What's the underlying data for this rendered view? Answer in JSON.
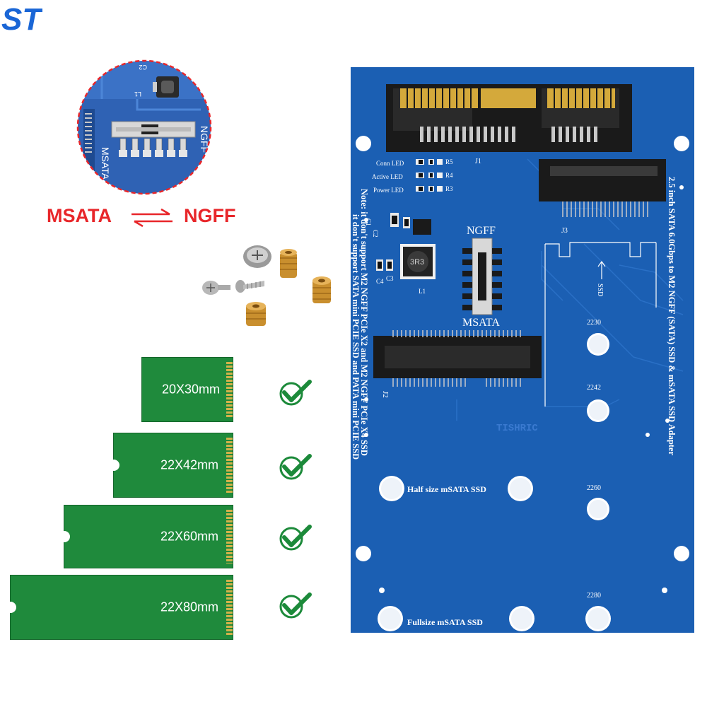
{
  "logo": {
    "text": "ST",
    "color": "#1a66d6"
  },
  "inset": {
    "label_left": "MSATA",
    "label_right": "NGFF",
    "silk_small": [
      "C2",
      "L1"
    ]
  },
  "mode_switch": {
    "left": "MSATA",
    "right": "NGFF",
    "color": "#e8262a",
    "icon": "bidirectional-arrows-icon"
  },
  "ssd_sizes": [
    {
      "label": "20X30mm",
      "supported": true
    },
    {
      "label": "22X42mm",
      "supported": true
    },
    {
      "label": "22X60mm",
      "supported": true
    },
    {
      "label": "22X80mm",
      "supported": true
    }
  ],
  "check_icon": "checkmark-icon",
  "board": {
    "color": "#1b5fb3",
    "leds": [
      {
        "label": "Conn LED",
        "res": "R5"
      },
      {
        "label": "Active LED",
        "res": "R4"
      },
      {
        "label": "Power LED",
        "res": "R3"
      }
    ],
    "connector_j1": "J1",
    "connector_j2": "J2",
    "connector_j3": "J3",
    "switch_top": "NGFF",
    "switch_bottom": "MSATA",
    "inductor": "3R3",
    "components": [
      "C1",
      "C2",
      "C3",
      "C4",
      "L1"
    ],
    "brand": "TISHRIC",
    "ssd_arrow": "SSD",
    "standoffs": [
      "2230",
      "2242",
      "2260",
      "2280"
    ],
    "half_size": "Half size  mSATA SSD",
    "full_size": "Fullsize  mSATA SSD",
    "note_lines": [
      "Note: it don't support M2 NGFF PCIe X2 and M2 NGFF PCIe X4 SSD",
      "it don't support SATA mini PCIE SSD and PATA mini PCIE SSD"
    ],
    "title": "2.5 inch SATA 6.0Gbps to M2 NGFF (SATA) SSD & mSATA SSD Adapter"
  },
  "screws": [
    "pan-head-screw-icon",
    "flat-head-screw-icon",
    "brass-standoff-icon"
  ]
}
